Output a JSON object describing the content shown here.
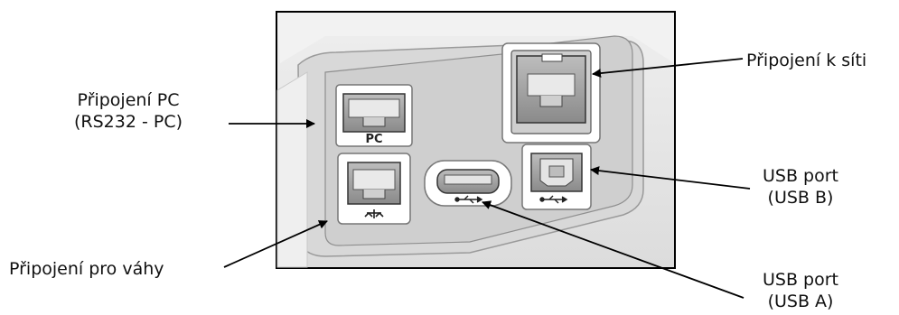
{
  "labels": {
    "pc_line1": "Připojení PC",
    "pc_line2": "(RS232 - PC)",
    "scale": "Připojení pro váhy",
    "network": "Připojení k síti",
    "usb_b_line1": "USB port",
    "usb_b_line2": "(USB B)",
    "usb_a_line1": "USB port",
    "usb_a_line2": "(USB A)"
  },
  "port_markings": {
    "pc": "PC"
  },
  "icons": {
    "usb": "usb-symbol-icon",
    "scale": "scale-symbol-icon"
  },
  "colors": {
    "panel_bg": "#e3e3e3",
    "inner_panel": "#d4d4d4",
    "port_face": "#ffffff",
    "port_hole": "#4a4a4a",
    "line": "#000000"
  }
}
